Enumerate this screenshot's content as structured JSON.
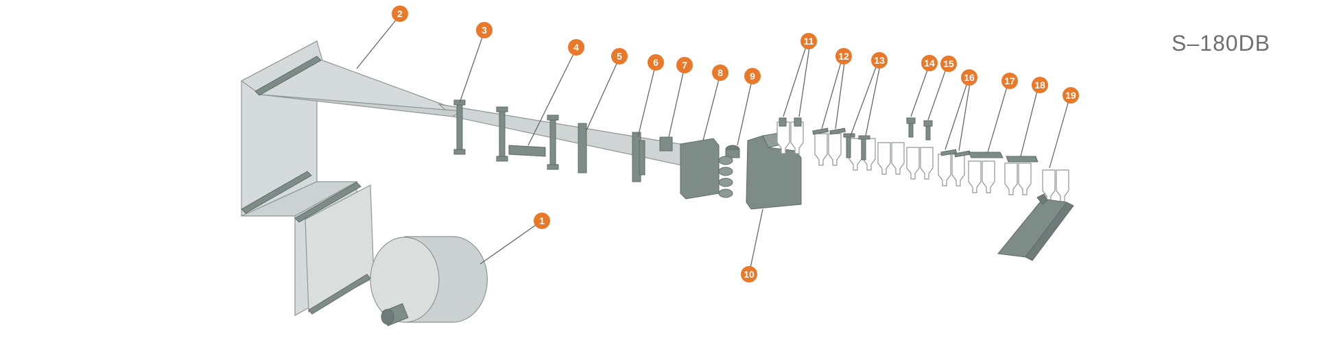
{
  "model": "S–180DB",
  "colors": {
    "callout": "#E8792A",
    "leader": "#666666",
    "film": "#D5DADA",
    "film_edge": "#8E9694",
    "metal": "#7E8C88",
    "metal_dark": "#5F6B68",
    "pouch_fill": "#FFFFFF",
    "pouch_edge": "#8E9694"
  },
  "callouts": [
    "1",
    "2",
    "3",
    "4",
    "5",
    "6",
    "7",
    "8",
    "9",
    "10",
    "11",
    "12",
    "13",
    "14",
    "15",
    "16",
    "17",
    "18",
    "19"
  ]
}
